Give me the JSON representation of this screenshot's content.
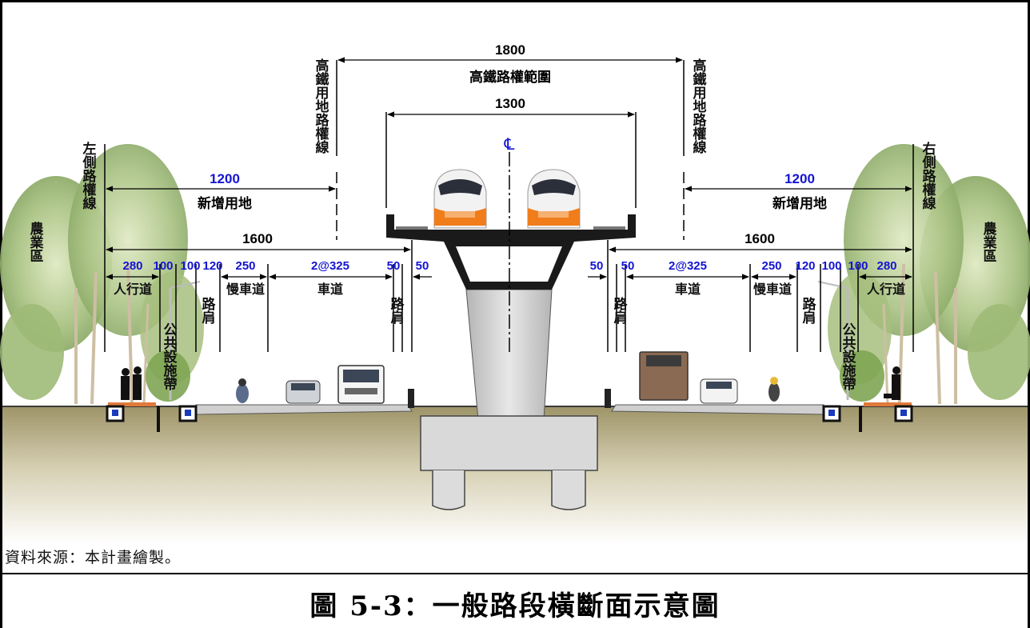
{
  "dims": {
    "hsr_row": "1800",
    "hsr_row_label": "高鐵路權範圍",
    "viaduct": "1300",
    "centerline": "℄",
    "hsr_line_left": "高鐵用地路權線",
    "hsr_line_right": "高鐵用地路權線",
    "left_row_line": "左側路權線",
    "right_row_line": "右側路權線",
    "new_land_left": "1200",
    "new_land_left_label": "新增用地",
    "new_land_right": "1200",
    "new_land_right_label": "新增用地",
    "road_left": "1600",
    "road_right": "1600",
    "agri_left": "農業區",
    "agri_right": "農業區",
    "left_segments": [
      "280",
      "100",
      "100",
      "120",
      "250",
      "2@325",
      "50",
      "50"
    ],
    "right_segments": [
      "50",
      "50",
      "2@325",
      "250",
      "120",
      "100",
      "100",
      "280"
    ],
    "sidewalk": "人行道",
    "utility_strip": "公共設施帶",
    "shoulder": "路肩",
    "slow_lane": "慢車道",
    "lane": "車道"
  },
  "source_note": "資料來源：本計畫繪製。",
  "caption": "圖 5-3：一般路段橫斷面示意圖",
  "colors": {
    "dim_blue": "#1414d2",
    "foliage": "#8fb06a",
    "ground_top": "#a89c72",
    "ground_bottom": "#ffffff",
    "concrete": "#c9c9c9",
    "train_orange": "#f07d1a"
  }
}
